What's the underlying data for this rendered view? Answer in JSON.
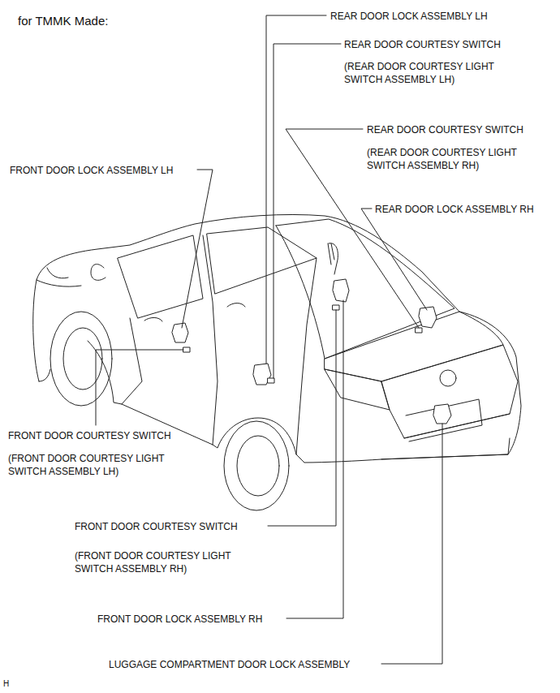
{
  "diagram": {
    "title": "for TMMK Made:",
    "labels": [
      "REAR DOOR LOCK ASSEMBLY LH",
      "REAR DOOR COURTESY SWITCH",
      "(REAR DOOR COURTESY LIGHT SWITCH ASSEMBLY LH)",
      "REAR DOOR COURTESY SWITCH",
      "(REAR DOOR COURTESY LIGHT SWITCH ASSEMBLY RH)",
      "FRONT DOOR LOCK ASSEMBLY LH",
      "REAR DOOR LOCK ASSEMBLY RH",
      "FRONT DOOR COURTESY SWITCH",
      "(FRONT DOOR COURTESY LIGHT SWITCH ASSEMBLY LH)",
      "FRONT DOOR COURTESY SWITCH",
      "(FRONT DOOR COURTESY LIGHT SWITCH ASSEMBLY RH)",
      "FRONT DOOR LOCK ASSEMBLY RH",
      "LUGGAGE COMPARTMENT DOOR LOCK ASSEMBLY",
      "H"
    ]
  }
}
